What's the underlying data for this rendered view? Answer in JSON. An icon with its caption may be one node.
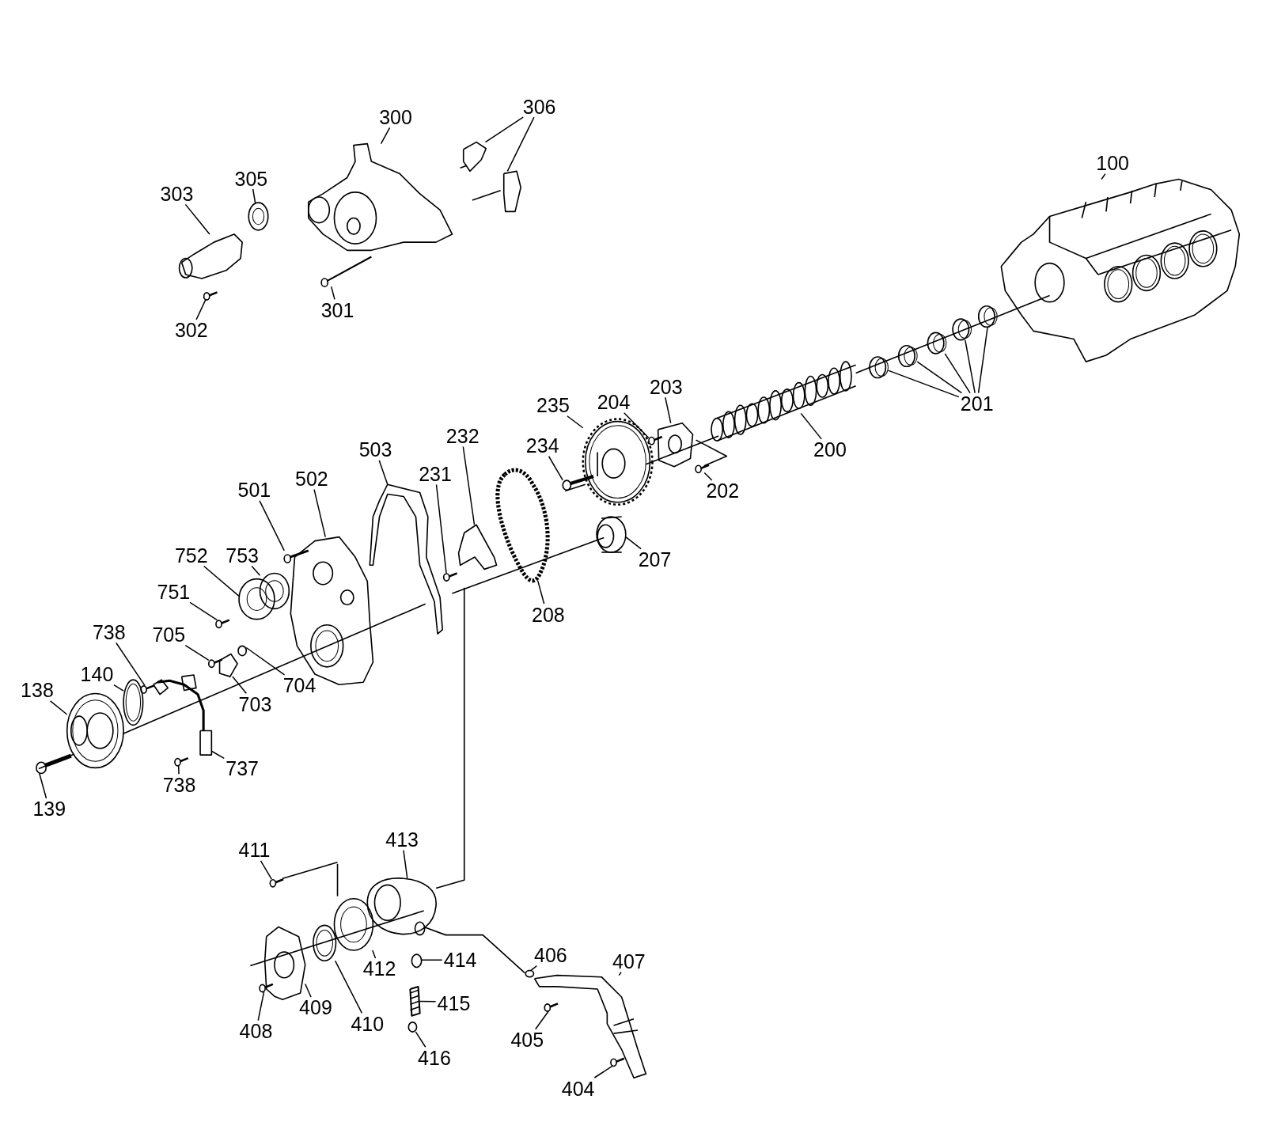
{
  "diagram": {
    "nodes": [
      {
        "text": [
          "306"
        ]
      },
      {
        "text": [
          "300"
        ]
      },
      {
        "text": [
          "100"
        ]
      },
      {
        "text": [
          "305"
        ]
      },
      {
        "text": [
          "303"
        ]
      },
      {
        "text": [
          "301"
        ]
      },
      {
        "text": [
          "302"
        ]
      },
      {
        "text": [
          "201"
        ]
      },
      {
        "text": [
          "203"
        ]
      },
      {
        "text": [
          "235"
        ]
      },
      {
        "text": [
          "204"
        ]
      },
      {
        "text": [
          "232"
        ]
      },
      {
        "text": [
          "200"
        ]
      },
      {
        "text": [
          "503"
        ]
      },
      {
        "text": [
          "234"
        ]
      },
      {
        "text": [
          "231"
        ]
      },
      {
        "text": [
          "502"
        ]
      },
      {
        "text": [
          "501"
        ]
      },
      {
        "text": [
          "202"
        ]
      },
      {
        "text": [
          "207"
        ]
      },
      {
        "text": [
          "752"
        ]
      },
      {
        "text": [
          "753"
        ]
      },
      {
        "text": [
          "208"
        ]
      },
      {
        "text": [
          "751"
        ]
      },
      {
        "text": [
          "738"
        ]
      },
      {
        "text": [
          "705"
        ]
      },
      {
        "text": [
          "140"
        ]
      },
      {
        "text": [
          "704"
        ]
      },
      {
        "text": [
          "138"
        ]
      },
      {
        "text": [
          "703"
        ]
      },
      {
        "text": [
          "737"
        ]
      },
      {
        "text": [
          "738"
        ]
      },
      {
        "text": [
          "139"
        ]
      },
      {
        "text": [
          "413"
        ]
      },
      {
        "text": [
          "411"
        ]
      },
      {
        "text": [
          "414"
        ]
      },
      {
        "text": [
          "406"
        ]
      },
      {
        "text": [
          "407"
        ]
      },
      {
        "text": [
          "412"
        ]
      },
      {
        "text": [
          "415"
        ]
      },
      {
        "text": [
          "409"
        ]
      },
      {
        "text": [
          "410"
        ]
      },
      {
        "text": [
          "408"
        ]
      },
      {
        "text": [
          "405"
        ]
      },
      {
        "text": [
          "416"
        ]
      },
      {
        "text": [
          "404"
        ]
      },
      {
        "text": [],
        "shape": "picture"
      },
      {
        "text": [],
        "shape": "picture"
      },
      {
        "text": [],
        "shape": "picture"
      },
      {
        "text": [],
        "shape": "picture"
      },
      {
        "text": [],
        "shape": "picture"
      },
      {
        "text": [],
        "shape": "picture"
      },
      {
        "text": [],
        "shape": "picture"
      },
      {
        "text": [],
        "shape": "picture"
      },
      {
        "text": [],
        "shape": "picture"
      },
      {
        "text": [],
        "shape": "picture"
      },
      {
        "text": [],
        "shape": "picture"
      },
      {
        "text": [],
        "shape": "picture"
      },
      {
        "text": [],
        "shape": "picture"
      },
      {
        "text": [],
        "shape": "picture"
      },
      {
        "text": [],
        "shape": "picture"
      },
      {
        "text": [],
        "shape": "picture"
      },
      {
        "text": [],
        "shape": "picture"
      },
      {
        "text": [],
        "shape": "picture"
      },
      {
        "text": [],
        "shape": "picture"
      },
      {
        "text": [],
        "shape": "picture"
      },
      {
        "text": [],
        "shape": "picture"
      },
      {
        "text": [],
        "shape": "picture"
      },
      {
        "text": [],
        "shape": "picture"
      },
      {
        "text": [],
        "shape": "picture"
      },
      {
        "text": [],
        "shape": "picture"
      },
      {
        "text": [],
        "shape": "picture"
      },
      {
        "text": [],
        "shape": "picture"
      },
      {
        "text": [],
        "shape": "picture"
      },
      {
        "text": [],
        "shape": "picture"
      },
      {
        "text": [],
        "shape": "picture"
      },
      {
        "text": [],
        "shape": "picture"
      },
      {
        "text": [],
        "shape": "picture"
      },
      {
        "text": [],
        "shape": "circle"
      },
      {
        "text": [],
        "shape": "picture"
      },
      {
        "text": [],
        "shape": "picture"
      },
      {
        "text": [],
        "shape": "picture"
      },
      {
        "text": [],
        "shape": "picture"
      },
      {
        "text": [],
        "shape": "picture"
      },
      {
        "text": [],
        "shape": "picture"
      },
      {
        "text": [],
        "shape": "picture"
      },
      {
        "text": [],
        "shape": "circle"
      },
      {
        "text": [],
        "shape": "circle"
      },
      {
        "text": [],
        "shape": "picture"
      },
      {
        "text": [],
        "shape": "picture"
      },
      {
        "text": [],
        "shape": "picture"
      },
      {
        "text": [],
        "shape": "picture"
      },
      {
        "text": [],
        "shape": "picture"
      },
      {
        "text": [],
        "shape": "picture"
      },
      {
        "text": [],
        "shape": "picture"
      },
      {
        "text": [],
        "shape": "circle"
      },
      {
        "text": [],
        "shape": "picture"
      }
    ],
    "edges": [
      {
        "from": 0,
        "to": 46,
        "arrow": "none"
      },
      {
        "from": 0,
        "to": 47,
        "arrow": "none"
      },
      {
        "from": 1,
        "to": 48,
        "arrow": "none"
      },
      {
        "from": 2,
        "to": 49,
        "arrow": "none"
      },
      {
        "from": 3,
        "to": 50,
        "arrow": "none"
      },
      {
        "from": 4,
        "to": 51,
        "arrow": "none"
      },
      {
        "from": 5,
        "to": 52,
        "arrow": "none"
      },
      {
        "from": 6,
        "to": 53,
        "arrow": "none"
      },
      {
        "from": 7,
        "to": 54,
        "arrow": "none"
      },
      {
        "from": 7,
        "to": 55,
        "arrow": "none"
      },
      {
        "from": 7,
        "to": 56,
        "arrow": "none"
      },
      {
        "from": 7,
        "to": 57,
        "arrow": "none"
      },
      {
        "from": 7,
        "to": 58,
        "arrow": "none"
      },
      {
        "from": 8,
        "to": 59,
        "arrow": "none"
      },
      {
        "from": 9,
        "to": 60,
        "arrow": "none"
      },
      {
        "from": 10,
        "to": 61,
        "arrow": "none"
      },
      {
        "from": 11,
        "to": 62,
        "arrow": "none"
      },
      {
        "from": 12,
        "to": 63,
        "arrow": "none"
      },
      {
        "from": 13,
        "to": 64,
        "arrow": "none"
      },
      {
        "from": 14,
        "to": 65,
        "arrow": "none"
      },
      {
        "from": 15,
        "to": 66,
        "arrow": "none"
      },
      {
        "from": 16,
        "to": 67,
        "arrow": "none"
      },
      {
        "from": 17,
        "to": 68,
        "arrow": "none"
      },
      {
        "from": 18,
        "to": 69,
        "arrow": "none"
      },
      {
        "from": 19,
        "to": 70,
        "arrow": "none"
      },
      {
        "from": 20,
        "to": 71,
        "arrow": "none"
      },
      {
        "from": 21,
        "to": 72,
        "arrow": "none"
      },
      {
        "from": 22,
        "to": 73,
        "arrow": "none"
      },
      {
        "from": 23,
        "to": 74,
        "arrow": "none"
      },
      {
        "from": 24,
        "to": 75,
        "arrow": "none"
      },
      {
        "from": 25,
        "to": 76,
        "arrow": "none"
      },
      {
        "from": 26,
        "to": 77,
        "arrow": "none"
      },
      {
        "from": 27,
        "to": 78,
        "arrow": "none"
      },
      {
        "from": 28,
        "to": 79,
        "arrow": "none"
      },
      {
        "from": 29,
        "to": 80,
        "arrow": "none"
      },
      {
        "from": 30,
        "to": 81,
        "arrow": "none"
      },
      {
        "from": 31,
        "to": 82,
        "arrow": "none"
      },
      {
        "from": 32,
        "to": 83,
        "arrow": "none"
      },
      {
        "from": 33,
        "to": 84,
        "arrow": "none"
      },
      {
        "from": 34,
        "to": 85,
        "arrow": "none"
      },
      {
        "from": 35,
        "to": 86,
        "arrow": "none"
      },
      {
        "from": 36,
        "to": 87,
        "arrow": "none"
      },
      {
        "from": 37,
        "to": 88,
        "arrow": "none"
      },
      {
        "from": 38,
        "to": 89,
        "arrow": "none"
      },
      {
        "from": 39,
        "to": 90,
        "arrow": "none"
      },
      {
        "from": 40,
        "to": 91,
        "arrow": "none"
      },
      {
        "from": 41,
        "to": 92,
        "arrow": "none"
      },
      {
        "from": 42,
        "to": 93,
        "arrow": "none"
      },
      {
        "from": 43,
        "to": 94,
        "arrow": "none"
      },
      {
        "from": 44,
        "to": 95,
        "arrow": "none"
      },
      {
        "from": 45,
        "to": 96,
        "arrow": "none"
      }
    ]
  }
}
